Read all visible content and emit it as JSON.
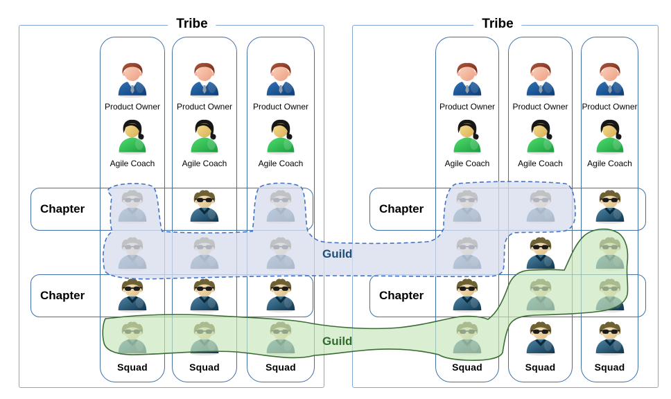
{
  "diagram_title": "Tribe / Squad / Chapter / Guild organisation diagram",
  "labels": {
    "tribe": "Tribe",
    "chapter": "Chapter",
    "squad": "Squad",
    "product_owner": "Product Owner",
    "agile_coach": "Agile Coach",
    "guild": "Guild"
  },
  "icons": {
    "product_owner": "business-man-icon",
    "agile_coach": "business-woman-icon",
    "member": "sunglasses-person-icon"
  },
  "colors": {
    "tribe_border": "#7FA8D6",
    "squad_border": "#3E6FA5",
    "chapter_border": "#3E6FA5",
    "guild_blue_text": "#1F4E79",
    "guild_blue_stroke": "#4472C4",
    "guild_blue_fill": "#D9DEED",
    "guild_green_text": "#2F6B2F",
    "guild_green_stroke": "#3A6B35",
    "guild_green_fill": "#C9E6BC"
  },
  "tribes": [
    {
      "title": "Tribe",
      "chapters": [
        {
          "label": "Chapter"
        },
        {
          "label": "Chapter"
        }
      ],
      "squads": [
        {
          "label": "Squad",
          "product_owner": "Product Owner",
          "agile_coach": "Agile Coach",
          "members": [
            "guild-blue",
            "guild-blue",
            "plain",
            "guild-green"
          ]
        },
        {
          "label": "Squad",
          "product_owner": "Product Owner",
          "agile_coach": "Agile Coach",
          "members": [
            "plain",
            "guild-blue",
            "plain",
            "guild-green"
          ]
        },
        {
          "label": "Squad",
          "product_owner": "Product Owner",
          "agile_coach": "Agile Coach",
          "members": [
            "guild-blue",
            "guild-blue",
            "plain",
            "guild-green"
          ]
        }
      ]
    },
    {
      "title": "Tribe",
      "chapters": [
        {
          "label": "Chapter"
        },
        {
          "label": "Chapter"
        }
      ],
      "squads": [
        {
          "label": "Squad",
          "product_owner": "Product Owner",
          "agile_coach": "Agile Coach",
          "members": [
            "guild-blue",
            "guild-blue",
            "plain",
            "guild-green"
          ]
        },
        {
          "label": "Squad",
          "product_owner": "Product Owner",
          "agile_coach": "Agile Coach",
          "members": [
            "guild-blue",
            "plain",
            "guild-green",
            "plain"
          ]
        },
        {
          "label": "Squad",
          "product_owner": "Product Owner",
          "agile_coach": "Agile Coach",
          "members": [
            "plain",
            "guild-green",
            "guild-green",
            "plain"
          ]
        }
      ]
    }
  ],
  "guilds": [
    {
      "label": "Guild",
      "type": "blue",
      "border_style": "dashed"
    },
    {
      "label": "Guild",
      "type": "green",
      "border_style": "solid"
    }
  ]
}
